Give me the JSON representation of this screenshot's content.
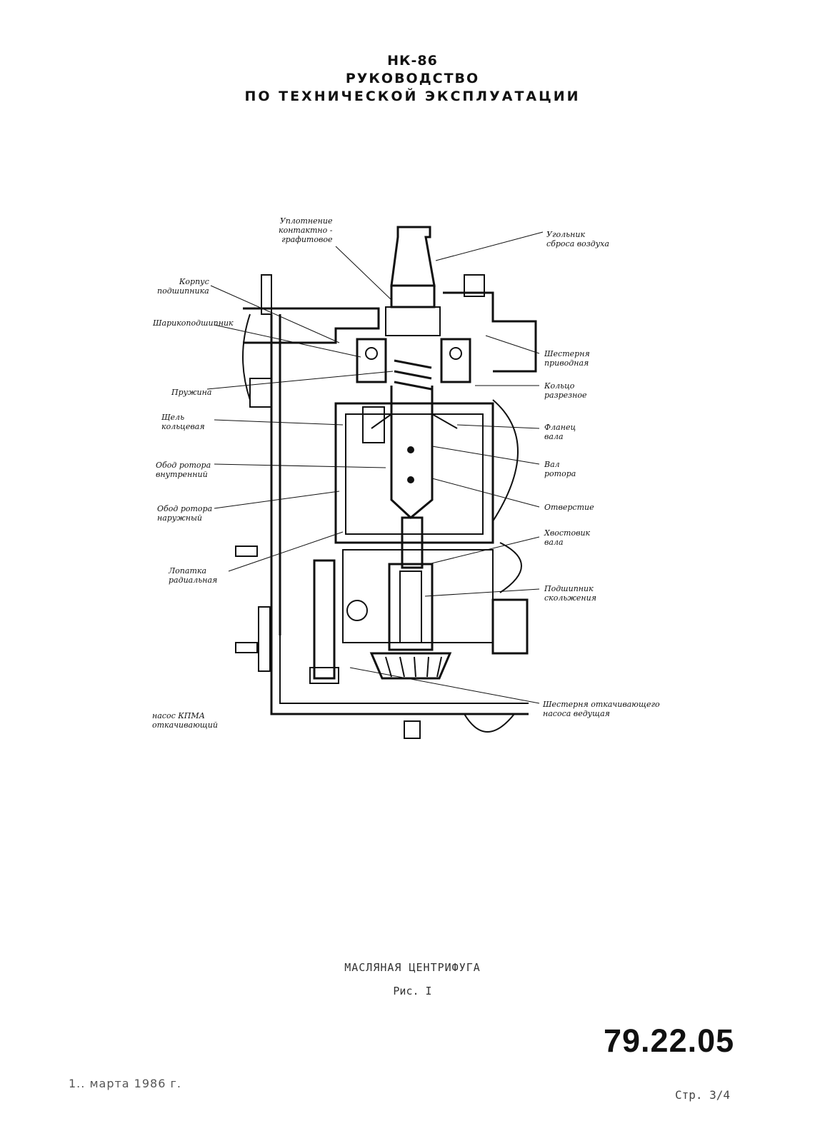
{
  "header": {
    "line1": "НК-86",
    "line2": "РУКОВОДСТВО",
    "line3": "ПО ТЕХНИЧЕСКОЙ ЭКСПЛУАТАЦИИ"
  },
  "figure": {
    "labels": {
      "seal": "Уплотнение\nконтактно -\nграфитовое",
      "air_fitting": "Угольник\nсброса воздуха",
      "bearing_housing": "Корпус\nподшипника",
      "ball_bearing": "Шарикоподшипник",
      "spring": "Пружина",
      "annular_slot": "Щель\nкольцевая",
      "inner_rim": "Обод ротора\nвнутренний",
      "outer_rim": "Обод ротора\nнаружный",
      "radial_blade": "Лопатка\nрадиальная",
      "pump": "насос КПМА\nоткачивающий",
      "drive_gear": "Шестерня\nприводная",
      "split_ring": "Кольцо\nразрезное",
      "shaft_flange": "Фланец\nвала",
      "rotor_shaft": "Вал\nротора",
      "hole": "Отверстие",
      "shaft_tail": "Хвостовик\nвала",
      "plain_bearing": "Подшипник\nскольжения",
      "pump_gear": "Шестерня откачивающего\nнасоса ведущая"
    }
  },
  "caption": {
    "title": "МАСЛЯНАЯ ЦЕНТРИФУГА",
    "figure_no": "Рис. I"
  },
  "footer": {
    "doc_number": "79.22.05",
    "date": "1.. марта 1986 г.",
    "page": "Стр. 3/4"
  }
}
